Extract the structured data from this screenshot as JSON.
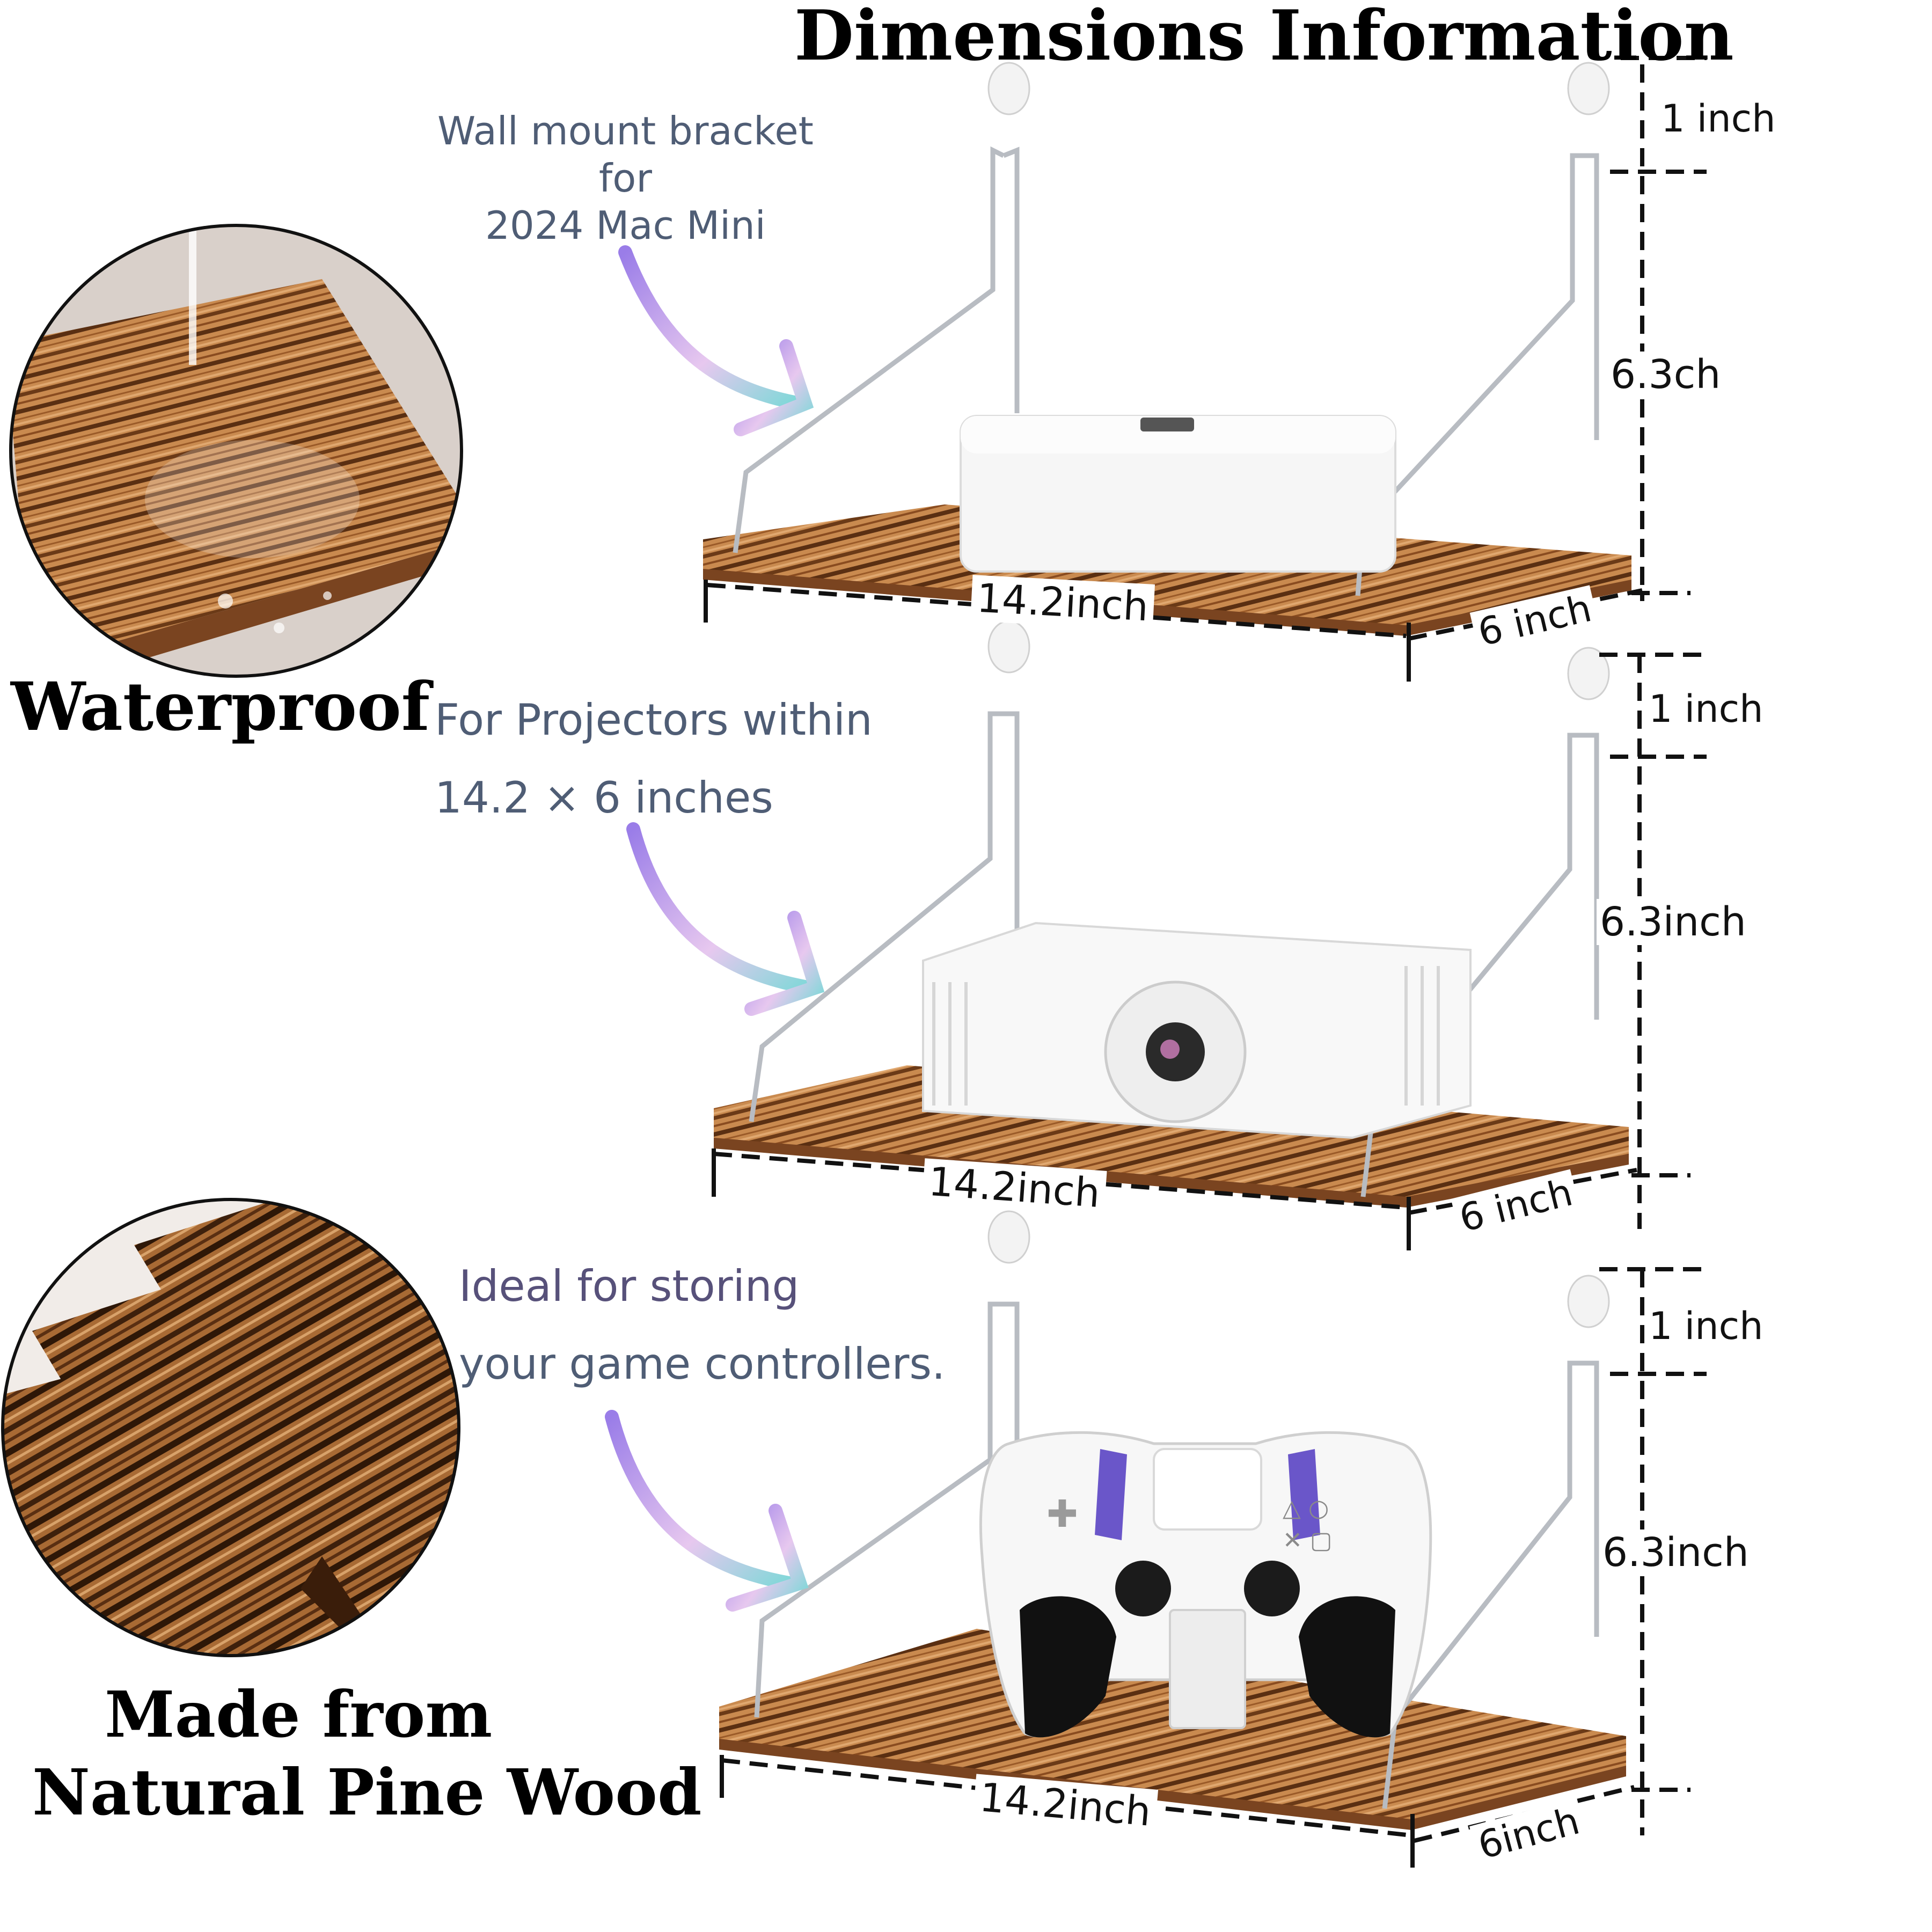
{
  "title": "Dimensions Information",
  "features": {
    "waterproof": "Waterproof",
    "material_line1": "Made from",
    "material_line2": "Natural Pine Wood"
  },
  "shelves": [
    {
      "note_lines": [
        "Wall mount bracket",
        "for",
        "2024 Mac Mini"
      ],
      "item_icon": "mac-mini-icon",
      "dim_length": "14.2inch",
      "dim_depth": "6 inch",
      "dim_hook": "1 inch",
      "dim_height": "6.3ch"
    },
    {
      "note_lines": [
        "For Projectors within",
        "14.2 × 6 inches"
      ],
      "item_icon": "projector-icon",
      "dim_length": "14.2inch",
      "dim_depth": "6 inch",
      "dim_hook": "1 inch",
      "dim_height": "6.3inch"
    },
    {
      "note_lines": [
        "Ideal for storing",
        "your game controllers."
      ],
      "item_icon": "game-controller-icon",
      "dim_length": "14.2inch",
      "dim_depth": "6inch",
      "dim_hook": "1 inch",
      "dim_height": "6.3inch"
    }
  ],
  "colors": {
    "wood_light": "#c98a4f",
    "wood_dark": "#6b3a17",
    "arrow_start": "#9a7de8",
    "arrow_end": "#7fd8d8",
    "note_text": "#4f5d75",
    "metal": "#b8bcc2"
  }
}
